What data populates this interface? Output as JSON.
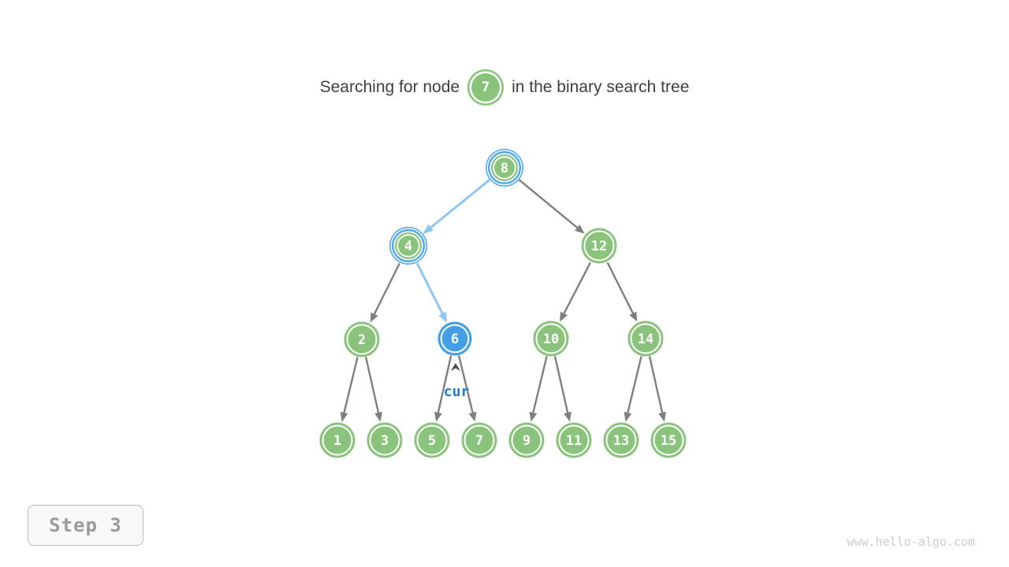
{
  "title": {
    "prefix": "Searching for node",
    "node_value": "7",
    "suffix": "in the binary search tree"
  },
  "tree": {
    "nodes": [
      {
        "value": "8",
        "state": "visited"
      },
      {
        "value": "4",
        "state": "visited"
      },
      {
        "value": "12",
        "state": "normal"
      },
      {
        "value": "2",
        "state": "normal"
      },
      {
        "value": "6",
        "state": "current"
      },
      {
        "value": "10",
        "state": "normal"
      },
      {
        "value": "14",
        "state": "normal"
      },
      {
        "value": "1",
        "state": "normal"
      },
      {
        "value": "3",
        "state": "normal"
      },
      {
        "value": "5",
        "state": "normal"
      },
      {
        "value": "7",
        "state": "normal"
      },
      {
        "value": "9",
        "state": "normal"
      },
      {
        "value": "11",
        "state": "normal"
      },
      {
        "value": "13",
        "state": "normal"
      },
      {
        "value": "15",
        "state": "normal"
      }
    ],
    "edges": [
      {
        "from": "8",
        "to": "4",
        "highlighted": true
      },
      {
        "from": "8",
        "to": "12",
        "highlighted": false
      },
      {
        "from": "4",
        "to": "2",
        "highlighted": false
      },
      {
        "from": "4",
        "to": "6",
        "highlighted": true
      },
      {
        "from": "12",
        "to": "10",
        "highlighted": false
      },
      {
        "from": "12",
        "to": "14",
        "highlighted": false
      },
      {
        "from": "2",
        "to": "1",
        "highlighted": false
      },
      {
        "from": "2",
        "to": "3",
        "highlighted": false
      },
      {
        "from": "6",
        "to": "5",
        "highlighted": false
      },
      {
        "from": "6",
        "to": "7",
        "highlighted": false
      },
      {
        "from": "10",
        "to": "9",
        "highlighted": false
      },
      {
        "from": "10",
        "to": "11",
        "highlighted": false
      },
      {
        "from": "14",
        "to": "13",
        "highlighted": false
      },
      {
        "from": "14",
        "to": "15",
        "highlighted": false
      }
    ],
    "pointer_label": "cur"
  },
  "step_label": "Step 3",
  "watermark": "www.hello-algo.com",
  "colors": {
    "node_green": "#8ac47c",
    "node_blue": "#42a0e8",
    "highlight_ring_blue": "#55a9ee",
    "edge_gray": "#7f7f7f",
    "edge_blue": "#8ec6f4",
    "pointer_text_blue": "#1b7fd4",
    "title_text": "#3c4043"
  }
}
